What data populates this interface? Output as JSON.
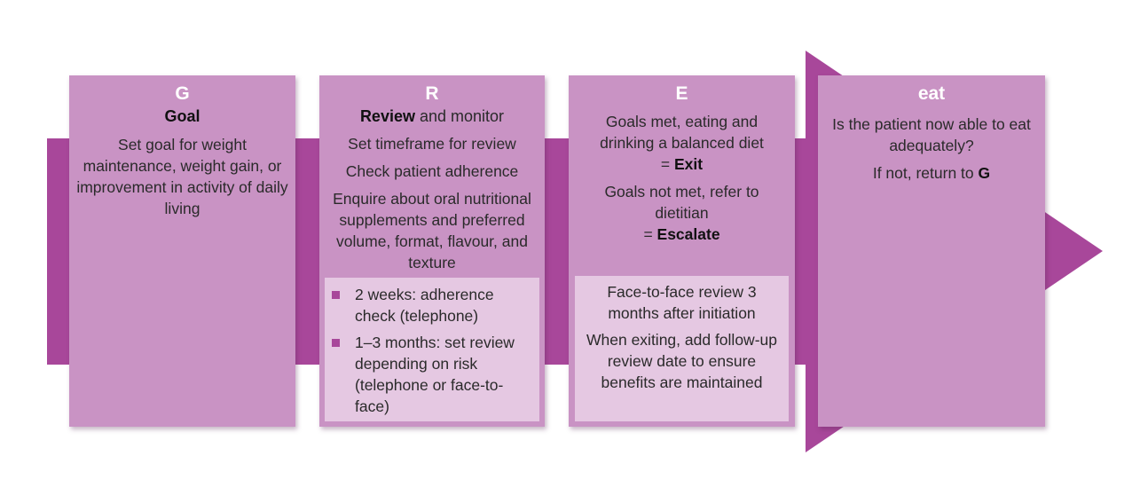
{
  "colors": {
    "arrow": "#a8479a",
    "card": "#c993c4",
    "inner_box": "#e5c8e2",
    "letter": "#ffffff"
  },
  "cards": [
    {
      "letter": "G",
      "subhead_bold": "Goal",
      "subhead_rest": "",
      "paragraphs": [
        "Set goal for weight maintenance, weight gain, or improvement in activity of daily living"
      ]
    },
    {
      "letter": "R",
      "subhead_bold": "Review",
      "subhead_rest": " and monitor",
      "paragraphs": [
        "Set timeframe for review",
        "Check patient adherence",
        "Enquire about oral nutritional supplements and preferred volume, format, flavour, and texture"
      ],
      "bullets": [
        "2 weeks: adherence check (telephone)",
        "1–3 months: set review depending on risk (telephone or face-to-face)"
      ]
    },
    {
      "letter": "E",
      "exit_text": "Goals met, eating and drinking a balanced diet",
      "exit_eq": "= ",
      "exit_bold": "Exit",
      "escalate_text": "Goals not met, refer to dietitian",
      "escalate_eq": "= ",
      "escalate_bold": "Escalate",
      "inner_paragraphs": [
        "Face-to-face review 3 months after initiation",
        "When exiting, add follow-up review date to ensure benefits are maintained"
      ]
    },
    {
      "letter": "eat",
      "paragraphs": [
        "Is the patient now able to eat adequately?"
      ],
      "return_text": "If not, return to ",
      "return_bold": "G"
    }
  ]
}
